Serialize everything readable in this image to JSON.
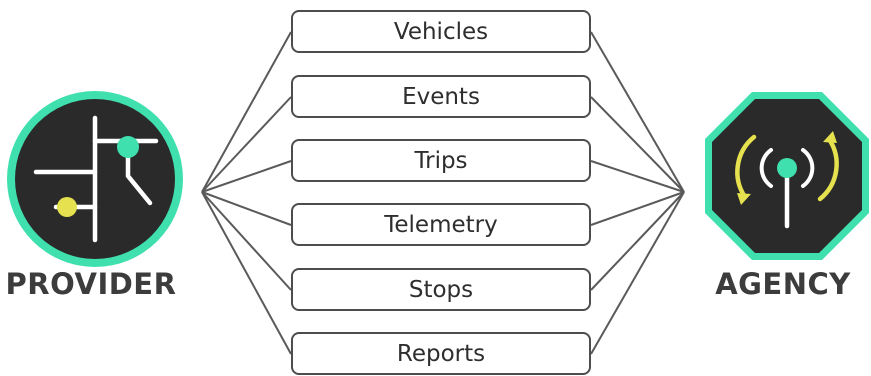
{
  "provider": {
    "label": "PROVIDER",
    "icon": "street-map-icon",
    "colors": {
      "badge_fill": "#2a2a2a",
      "ring": "#3fe0ad",
      "street": "#ffffff",
      "dot_a": "#3fe0ad",
      "dot_b": "#e6e14e"
    }
  },
  "agency": {
    "label": "AGENCY",
    "icon": "broadcast-antenna-icon",
    "colors": {
      "badge_fill": "#2a2a2a",
      "ring": "#3fe0ad",
      "arrows": "#e6e14e",
      "antenna": "#ffffff",
      "dot": "#3fe0ad"
    }
  },
  "endpoints": [
    {
      "label": "Vehicles"
    },
    {
      "label": "Events"
    },
    {
      "label": "Trips"
    },
    {
      "label": "Telemetry"
    },
    {
      "label": "Stops"
    },
    {
      "label": "Reports"
    }
  ],
  "connector_color": "#5a5a5a"
}
